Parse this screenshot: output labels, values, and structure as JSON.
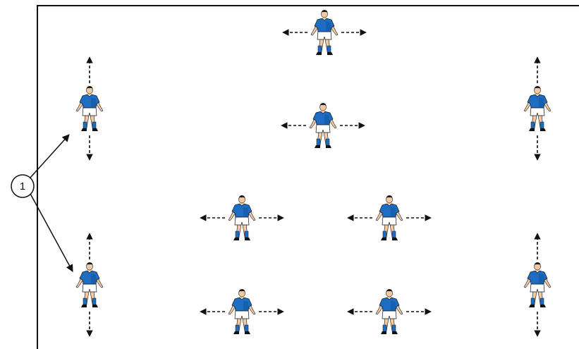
{
  "diagram": {
    "callout": {
      "label": "1"
    },
    "colors": {
      "shirt": "#1d6ec2",
      "shirt_shade": "#0f4f97",
      "shorts": "#ffffff",
      "socks": "#1d6ec2",
      "skin": "#f1c9a5",
      "hair": "#1a1a1a",
      "boots": "#111111",
      "line": "#111111"
    },
    "players": [
      {
        "id": "top-center",
        "arrows": "horizontal"
      },
      {
        "id": "upper-center",
        "arrows": "horizontal"
      },
      {
        "id": "left-upper",
        "arrows": "vertical"
      },
      {
        "id": "left-lower",
        "arrows": "vertical"
      },
      {
        "id": "right-upper",
        "arrows": "vertical"
      },
      {
        "id": "right-lower",
        "arrows": "vertical"
      },
      {
        "id": "mid-left",
        "arrows": "horizontal"
      },
      {
        "id": "mid-right",
        "arrows": "horizontal"
      },
      {
        "id": "bottom-left",
        "arrows": "horizontal"
      },
      {
        "id": "bottom-right",
        "arrows": "horizontal"
      }
    ]
  }
}
